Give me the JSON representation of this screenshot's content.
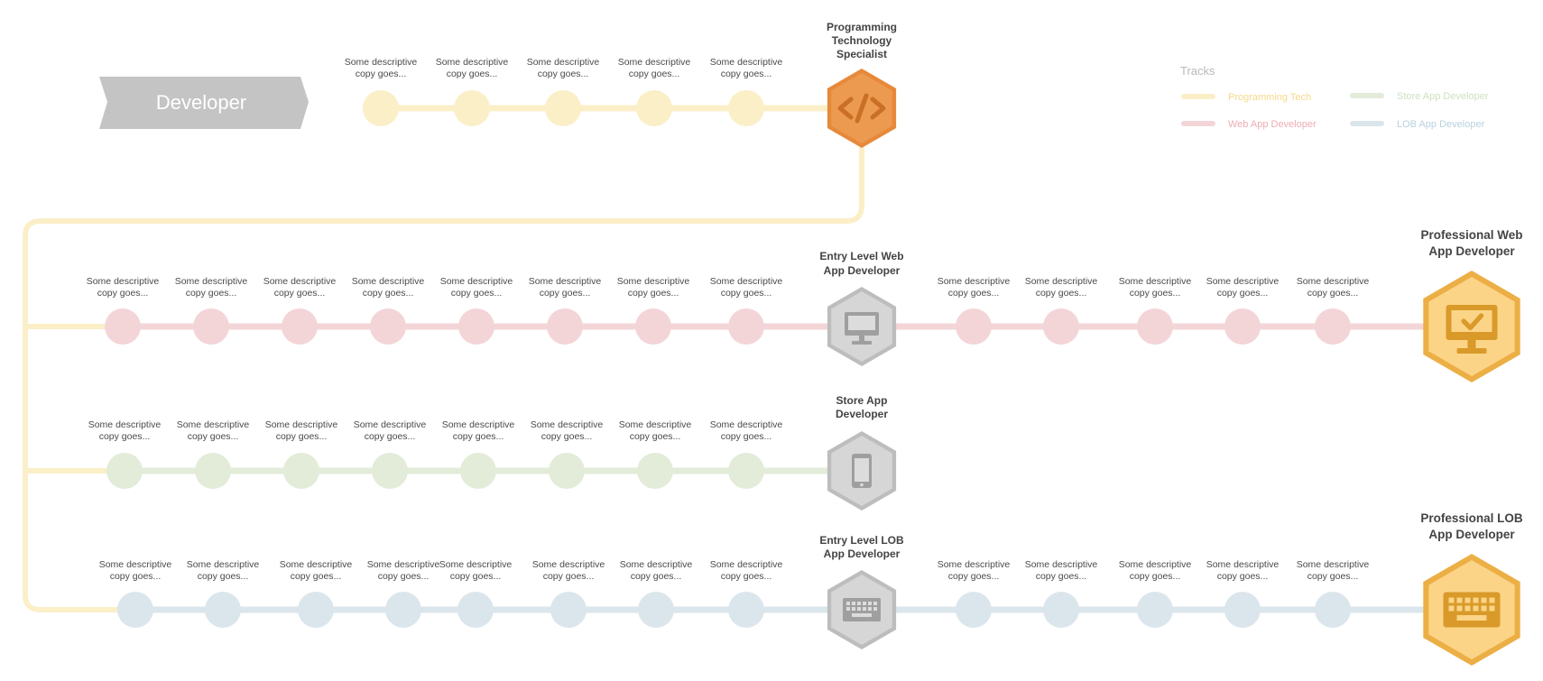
{
  "badge": {
    "label": "Developer"
  },
  "step_text": {
    "line1": "Some descriptive",
    "line2": "copy goes..."
  },
  "colors": {
    "prog": "#fbefc8",
    "web": "#f3d5d8",
    "store": "#e2ecd9",
    "lob": "#dbe6ec",
    "badge": "#c4c4c4",
    "hex_orange": "#ec9a4f",
    "hex_gold": "#ecaf45",
    "hex_grey": "#cacaca"
  },
  "legend": {
    "title": "Tracks",
    "items": [
      {
        "label": "Programming Tech",
        "color": "#fbefc8",
        "text_color": "#f5d98c"
      },
      {
        "label": "Web App Developer",
        "color": "#f3d5d8",
        "text_color": "#ecaeb4"
      },
      {
        "label": "Store App Developer",
        "color": "#e2ecd9",
        "text_color": "#cfe0c0"
      },
      {
        "label": "LOB App Developer",
        "color": "#dbe6ec",
        "text_color": "#b9d1de"
      }
    ]
  },
  "milestones": {
    "prog": {
      "lines": [
        "Programming",
        "Technology",
        "Specialist"
      ],
      "icon": "code-icon"
    },
    "web_entry": {
      "lines": [
        "Entry Level Web",
        "App Developer"
      ],
      "icon": "monitor-icon"
    },
    "store": {
      "lines": [
        "Store App",
        "Developer"
      ],
      "icon": "phone-icon"
    },
    "lob_entry": {
      "lines": [
        "Entry Level LOB",
        "App Developer"
      ],
      "icon": "keyboard-icon"
    },
    "web_pro": {
      "lines": [
        "Professional Web",
        "App Developer"
      ],
      "icon": "monitor-check-icon"
    },
    "lob_pro": {
      "lines": [
        "Professional LOB",
        "App Developer"
      ],
      "icon": "keyboard-icon"
    }
  },
  "tracks": [
    {
      "id": "prog",
      "steps": 5,
      "post_steps": 0
    },
    {
      "id": "web",
      "steps": 8,
      "post_steps": 5
    },
    {
      "id": "store",
      "steps": 8,
      "post_steps": 0
    },
    {
      "id": "lob",
      "steps": 8,
      "post_steps": 5
    }
  ]
}
